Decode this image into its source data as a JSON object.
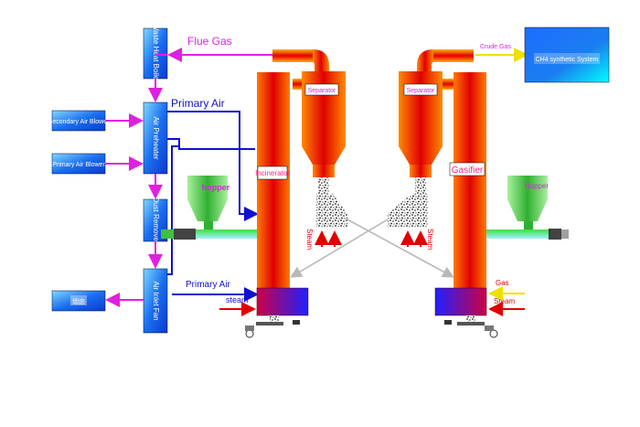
{
  "labels": {
    "waste_heat_boiler": "Waste Heat Boiler",
    "air_preheater": "Air Preheater",
    "dust_remover": "Dust Remover",
    "air_inlet_fan": "Air Inlet Fan",
    "secondary_air_blower": "Secondary Air Blower",
    "primary_air_blower": "Primary Air Blower",
    "stack": "烟囱",
    "flue_gas": "Flue Gas",
    "primary_air_top": "Primary Air",
    "primary_air_bottom": "Primary Air",
    "separator_left": "Separator",
    "separator_right": "Separator",
    "crude_gas": "Crude Gas",
    "ch4_system": "CH4 synthetic System",
    "hopper_left": "hopper",
    "hopper_right": "Hopper",
    "incinerator": "Incinerator",
    "gasifier": "Gasifier",
    "steam_left_vertical": "Steam",
    "steam_right_vertical": "Steam",
    "steam_left_bottom": "steam",
    "steam_right_bottom": "Steam",
    "gas": "Gas"
  },
  "colors": {
    "box_blue": "#1a7ff0",
    "flow_pink": "#e020e0",
    "flow_blue": "#1010d0",
    "steam_red": "#e00000",
    "gas_yellow": "#f0e000",
    "reactor_orange": "#ff6a00",
    "reactor_red": "#e80000",
    "hopper_green": "#40c040",
    "cross_grey": "#b8b8b8"
  }
}
